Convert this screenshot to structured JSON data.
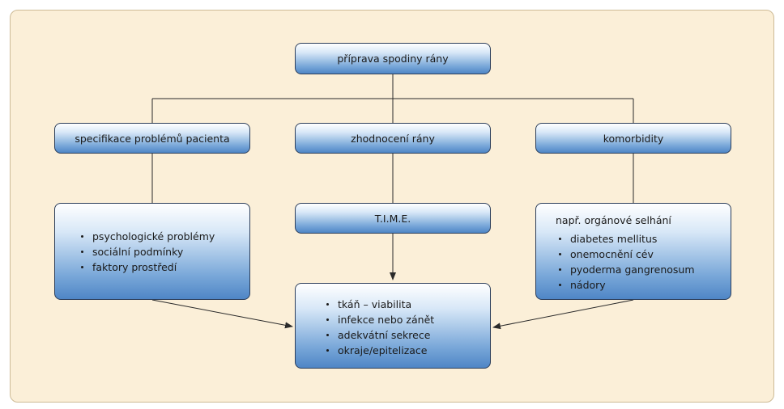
{
  "root": {
    "label": "příprava spodiny rány"
  },
  "branches": {
    "left": {
      "label": "specifikace problémů pacienta"
    },
    "middle": {
      "label": "zhodnocení rány"
    },
    "right": {
      "label": "komorbidity"
    }
  },
  "left_details": {
    "items": [
      "psychologické problémy",
      "sociální podmínky",
      "faktory prostředí"
    ]
  },
  "time": {
    "label": "T.I.M.E."
  },
  "right_details": {
    "heading": "např. orgánové selhání",
    "items": [
      "diabetes mellitus",
      "onemocnění cév",
      "pyoderma gangrenosum",
      "nádory"
    ]
  },
  "center_details": {
    "items": [
      "tkáň – viabilita",
      "infekce nebo zánět",
      "adekvátní sekrece",
      "okraje/epitelizace"
    ]
  },
  "colors": {
    "background": "#fbefd8",
    "box_fill_top": "#ffffff",
    "box_fill_bottom": "#4f86c6",
    "box_border": "#2c3e5a",
    "line": "#2a2a2a"
  }
}
